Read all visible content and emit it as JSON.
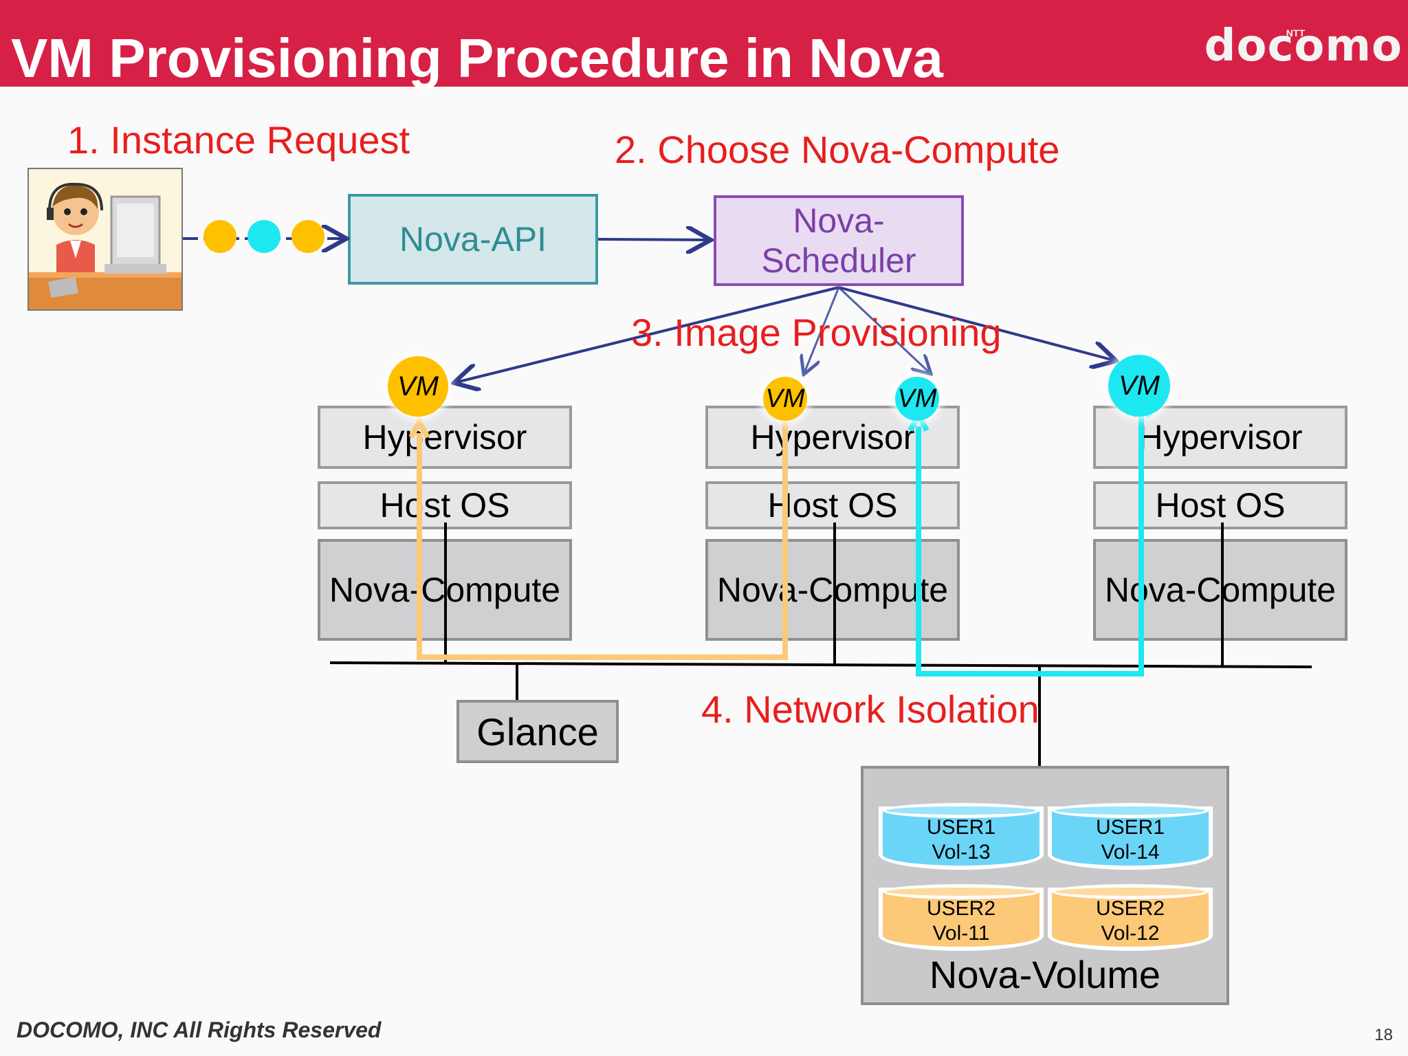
{
  "header": {
    "title": "VM Provisioning Procedure in Nova",
    "logo": "docomo",
    "logo_sup": "NTT"
  },
  "steps": {
    "s1": "1. Instance Request",
    "s2": "2. Choose Nova-Compute",
    "s3": "3. Image Provisioning",
    "s4": "4. Network Isolation"
  },
  "nodes": {
    "api": "Nova-API",
    "scheduler_line1": "Nova-",
    "scheduler_line2": "Scheduler",
    "hypervisor": "Hypervisor",
    "hostos": "Host OS",
    "compute": "Nova-Compute",
    "glance": "Glance",
    "volume": "Nova-Volume",
    "vm": "VM"
  },
  "volumes": [
    {
      "user": "USER1",
      "vol": "Vol-13",
      "color": "#6bd5f7"
    },
    {
      "user": "USER1",
      "vol": "Vol-14",
      "color": "#6bd5f7"
    },
    {
      "user": "USER2",
      "vol": "Vol-11",
      "color": "#fbc978"
    },
    {
      "user": "USER2",
      "vol": "Vol-12",
      "color": "#fbc978"
    }
  ],
  "colors": {
    "header": "#d72045",
    "step_text": "#e81e1e",
    "arrow": "#2e3a8c",
    "vm_yellow": "#ffc000",
    "vm_cyan": "#1de8f2",
    "path_orange": "#fbc978",
    "path_cyan": "#1de8f2"
  },
  "footer": {
    "copyright": "DOCOMO, INC All Rights Reserved",
    "page": "18"
  }
}
